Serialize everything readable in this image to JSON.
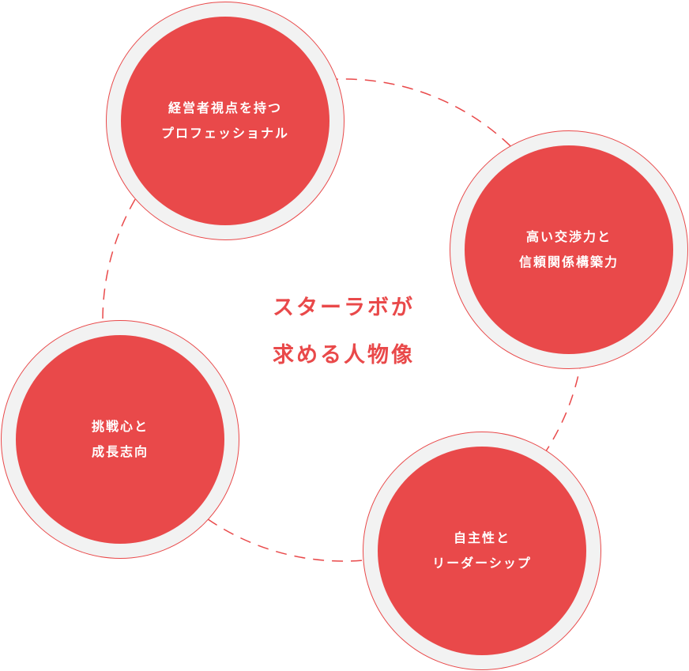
{
  "center": {
    "line1": "スターラボが",
    "line2": "求める人物像"
  },
  "nodes": [
    {
      "line1": "経営者視点を持つ",
      "line2": "プロフェッショナル"
    },
    {
      "line1": "高い交渉力と",
      "line2": "信頼関係構築力"
    },
    {
      "line1": "挑戦心と",
      "line2": "成長志向"
    },
    {
      "line1": "自主性と",
      "line2": "リーダーシップ"
    }
  ],
  "colors": {
    "accent": "#e9494a",
    "ring": "#f2f2f2"
  }
}
